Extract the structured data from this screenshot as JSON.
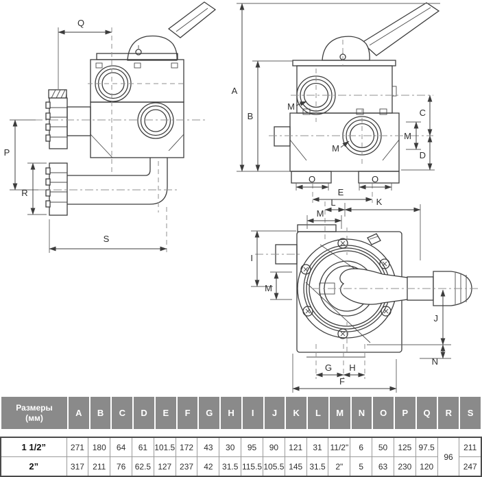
{
  "drawing": {
    "description": "Multiport valve dimensional drawing, three views",
    "dims": {
      "a": "A",
      "b": "B",
      "c": "C",
      "d": "D",
      "e": "E",
      "f": "F",
      "g": "G",
      "h": "H",
      "i": "I",
      "j": "J",
      "k": "K",
      "l": "L",
      "m": "M",
      "n": "N",
      "o": "O",
      "p": "P",
      "q": "Q",
      "r": "R",
      "s": "S"
    }
  },
  "table": {
    "size_header_line1": "Размеры",
    "size_header_line2": "(мм)",
    "columns": [
      "A",
      "B",
      "C",
      "D",
      "E",
      "F",
      "G",
      "H",
      "I",
      "J",
      "K",
      "L",
      "M",
      "N",
      "O",
      "P",
      "Q",
      "R",
      "S"
    ],
    "merged_column": "R",
    "merged_value": "96",
    "rows": [
      {
        "size": "1 1/2”",
        "values": [
          "271",
          "180",
          "64",
          "61",
          "101.5",
          "172",
          "43",
          "30",
          "95",
          "90",
          "121",
          "31",
          "11/2\"",
          "6",
          "50",
          "125",
          "97.5",
          null,
          "211"
        ]
      },
      {
        "size": "2”",
        "values": [
          "317",
          "211",
          "76",
          "62.5",
          "127",
          "237",
          "42",
          "31.5",
          "115.5",
          "105.5",
          "145",
          "31.5",
          "2\"",
          "5",
          "63",
          "230",
          "120",
          null,
          "247"
        ]
      }
    ]
  },
  "colors": {
    "table_header_bg": "#8a8a8a",
    "table_header_text": "#ffffff",
    "line": "#3c3c3c"
  }
}
